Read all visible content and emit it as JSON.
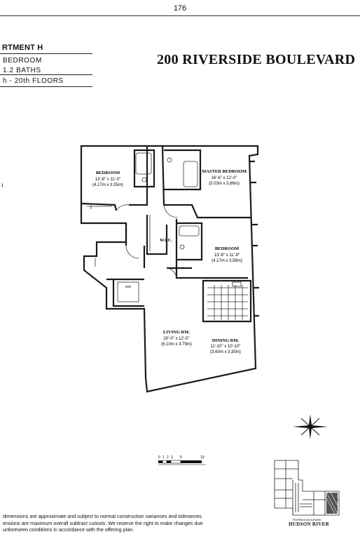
{
  "page": {
    "number": "176"
  },
  "header": {
    "apartment": "RTMENT H",
    "bedroom_line": "BEDROOM",
    "baths_line": "1.2 BATHS",
    "floors_line": "h - 20th FLOORS",
    "building": "200 RIVERSIDE BOULEVARD"
  },
  "rooms": {
    "bedroom1": {
      "name": "BEDROOM",
      "imperial": "13'-8\" x 11'-0\"",
      "metric": "(4.17m x 3.35m)"
    },
    "master": {
      "name": "MASTER BEDROOM",
      "imperial": "16'-6\" x 12'-0\"",
      "metric": "(5.03m x 3.66m)"
    },
    "wic": {
      "name": "W.I.C."
    },
    "bedroom2": {
      "name": "BEDROOM",
      "imperial": "13'-8\" x 11'-9\"",
      "metric": "(4.17m x 3.58m)"
    },
    "living": {
      "name": "LIVING RM.",
      "imperial": "20'-0\" x 12'-5\"",
      "metric": "(6.10m x 3.79m)"
    },
    "dining": {
      "name": "DINING RM.",
      "imperial": "11'-10\" x 10'-10\"",
      "metric": "(3.60m x 3.30m)"
    },
    "laundry": {
      "name": "W/D"
    }
  },
  "scale": {
    "ticks": [
      "0",
      "1",
      "2",
      "3",
      "5",
      "10"
    ]
  },
  "keyplan": {
    "street": "RIVERSIDE BOULEVARD",
    "river": "HUDSON RIVER"
  },
  "disclaimer": [
    "dimensions are approximate and subject to normal construction variances and tolerances.",
    "ensions are maximum overall subtract cutouts.  We reserve the right to make changes due",
    "unforeseen conditions in accordance with the offering plan."
  ]
}
